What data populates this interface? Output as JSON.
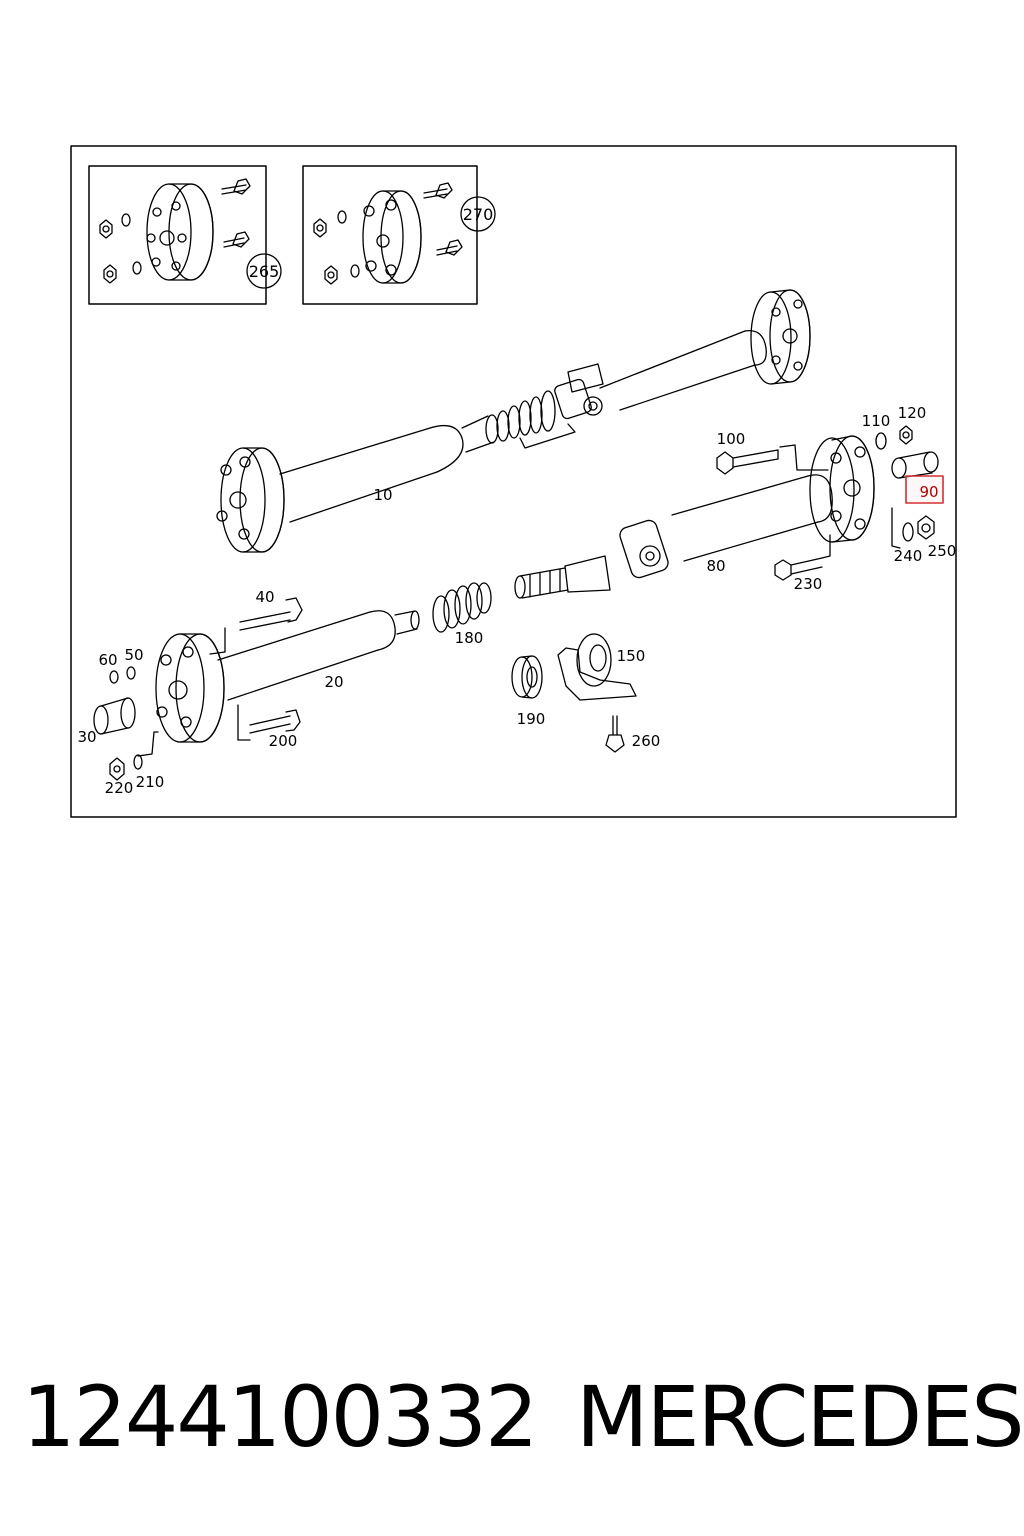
{
  "diagram": {
    "part_labels": {
      "p10": "10",
      "p20": "20",
      "p30": "30",
      "p40": "40",
      "p50": "50",
      "p60": "60",
      "p80": "80",
      "p90": "90",
      "p100": "100",
      "p110": "110",
      "p120": "120",
      "p150": "150",
      "p180": "180",
      "p190": "190",
      "p200": "200",
      "p210": "210",
      "p220": "220",
      "p230": "230",
      "p240": "240",
      "p250": "250",
      "p260": "260",
      "p265": "265",
      "p270": "270"
    },
    "highlighted_part": "90",
    "colors": {
      "line": "#000000",
      "highlight": "#d03030",
      "highlight_fill": "#fde8e8"
    }
  },
  "footer": {
    "part_number": "1244100332",
    "brand": "MERCEDES"
  }
}
